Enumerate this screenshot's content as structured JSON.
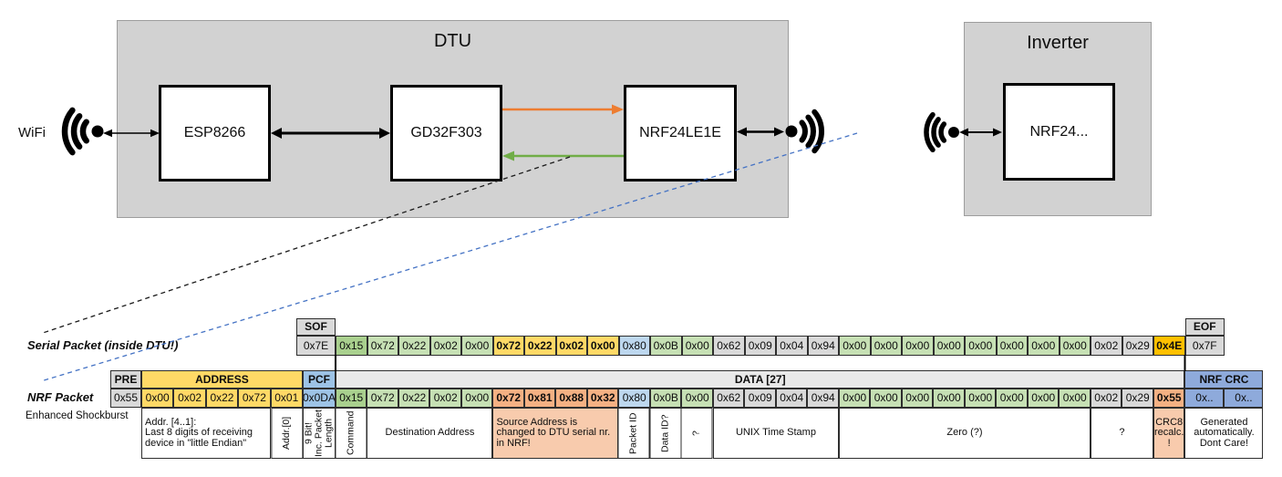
{
  "diagram": {
    "wifi_label": "WiFi",
    "dtu": {
      "title": "DTU",
      "components": [
        "ESP8266",
        "GD32F303",
        "NRF24LE1E"
      ]
    },
    "inverter": {
      "title": "Inverter",
      "component": "NRF24..."
    },
    "colors": {
      "orange_arrow": "#ED7D31",
      "green_arrow": "#70AD47",
      "blue_dashed": "#4472C4",
      "black_dashed": "#1a1a1a",
      "panel_gray": "#d2d2d2"
    }
  },
  "legend_colors": {
    "gray_cell": "#D9D9D9",
    "green_dark": "#A9D08E",
    "green_light": "#C6E0B4",
    "yellow": "#FFD966",
    "amber": "#FFC000",
    "blue_light": "#BDD7EE",
    "blue_mid": "#9DC3E6",
    "blue_dark": "#8EAADB",
    "orange": "#F4B183",
    "orange_light": "#F8CBAD"
  },
  "serial_packet": {
    "label": "Serial Packet (inside DTU!)",
    "rows": [
      {
        "row": 1,
        "name": "serial-header-cell",
        "cells": [
          {
            "t": "SOF",
            "c": "c-gray hdr",
            "col": 1
          },
          {
            "t": "EOF",
            "c": "c-gray hdr",
            "col": 29
          }
        ]
      },
      {
        "row": 2,
        "name": "serial-byte-cell",
        "cells": [
          {
            "t": "0x7E",
            "c": "c-gray"
          },
          {
            "t": "0x15",
            "c": "c-gdark"
          },
          {
            "t": "0x72",
            "c": "c-glight"
          },
          {
            "t": "0x22",
            "c": "c-glight"
          },
          {
            "t": "0x02",
            "c": "c-glight"
          },
          {
            "t": "0x00",
            "c": "c-glight"
          },
          {
            "t": "0x72",
            "c": "c-yellow bold"
          },
          {
            "t": "0x22",
            "c": "c-yellow bold"
          },
          {
            "t": "0x02",
            "c": "c-yellow bold"
          },
          {
            "t": "0x00",
            "c": "c-yellow bold"
          },
          {
            "t": "0x80",
            "c": "c-lblue"
          },
          {
            "t": "0x0B",
            "c": "c-glight"
          },
          {
            "t": "0x00",
            "c": "c-glight"
          },
          {
            "t": "0x62",
            "c": "c-gray"
          },
          {
            "t": "0x09",
            "c": "c-gray"
          },
          {
            "t": "0x04",
            "c": "c-gray"
          },
          {
            "t": "0x94",
            "c": "c-gray"
          },
          {
            "t": "0x00",
            "c": "c-glight"
          },
          {
            "t": "0x00",
            "c": "c-glight"
          },
          {
            "t": "0x00",
            "c": "c-glight"
          },
          {
            "t": "0x00",
            "c": "c-glight"
          },
          {
            "t": "0x00",
            "c": "c-glight"
          },
          {
            "t": "0x00",
            "c": "c-glight"
          },
          {
            "t": "0x00",
            "c": "c-glight"
          },
          {
            "t": "0x00",
            "c": "c-glight"
          },
          {
            "t": "0x02",
            "c": "c-gray"
          },
          {
            "t": "0x29",
            "c": "c-gray"
          },
          {
            "t": "0x4E",
            "c": "c-amber bold"
          },
          {
            "t": "0x7F",
            "c": "c-gray"
          }
        ]
      }
    ]
  },
  "nrf_packet": {
    "label": "NRF Packet",
    "sublabel": "Enhanced Shockburst",
    "rows": [
      {
        "row": 1,
        "name": "nrf-header-cell",
        "cells": [
          {
            "t": "PRE",
            "c": "c-gray hdr",
            "col": 1
          },
          {
            "t": "ADDRESS",
            "c": "c-yellow hdr",
            "col": 2,
            "span": 5
          },
          {
            "t": "PCF",
            "c": "c-mblue hdr",
            "col": 7
          },
          {
            "t": "DATA [27]",
            "c": "c-hlight hdr",
            "col": 8,
            "span": 27
          },
          {
            "t": "NRF CRC",
            "c": "c-dblue hdr",
            "col": 35,
            "span": 2
          }
        ]
      },
      {
        "row": 2,
        "name": "nrf-byte-cell",
        "cells": [
          {
            "t": "0x55",
            "c": "c-gray"
          },
          {
            "t": "0x00",
            "c": "c-yellow"
          },
          {
            "t": "0x02",
            "c": "c-yellow"
          },
          {
            "t": "0x22",
            "c": "c-yellow"
          },
          {
            "t": "0x72",
            "c": "c-yellow"
          },
          {
            "t": "0x01",
            "c": "c-yellow"
          },
          {
            "t": "0x0DA",
            "c": "c-mblue"
          },
          {
            "t": "0x15",
            "c": "c-gdark"
          },
          {
            "t": "0x72",
            "c": "c-glight"
          },
          {
            "t": "0x22",
            "c": "c-glight"
          },
          {
            "t": "0x02",
            "c": "c-glight"
          },
          {
            "t": "0x00",
            "c": "c-glight"
          },
          {
            "t": "0x72",
            "c": "c-orange bold"
          },
          {
            "t": "0x81",
            "c": "c-orange bold"
          },
          {
            "t": "0x88",
            "c": "c-orange bold"
          },
          {
            "t": "0x32",
            "c": "c-orange bold"
          },
          {
            "t": "0x80",
            "c": "c-lblue"
          },
          {
            "t": "0x0B",
            "c": "c-glight"
          },
          {
            "t": "0x00",
            "c": "c-glight"
          },
          {
            "t": "0x62",
            "c": "c-gray"
          },
          {
            "t": "0x09",
            "c": "c-gray"
          },
          {
            "t": "0x04",
            "c": "c-gray"
          },
          {
            "t": "0x94",
            "c": "c-gray"
          },
          {
            "t": "0x00",
            "c": "c-glight"
          },
          {
            "t": "0x00",
            "c": "c-glight"
          },
          {
            "t": "0x00",
            "c": "c-glight"
          },
          {
            "t": "0x00",
            "c": "c-glight"
          },
          {
            "t": "0x00",
            "c": "c-glight"
          },
          {
            "t": "0x00",
            "c": "c-glight"
          },
          {
            "t": "0x00",
            "c": "c-glight"
          },
          {
            "t": "0x00",
            "c": "c-glight"
          },
          {
            "t": "0x02",
            "c": "c-gray"
          },
          {
            "t": "0x29",
            "c": "c-gray"
          },
          {
            "t": "0x55",
            "c": "c-orange bold"
          },
          {
            "t": "0x..",
            "c": "c-dblue"
          },
          {
            "t": "0x..",
            "c": "c-dblue"
          }
        ]
      },
      {
        "row": 3,
        "name": "nrf-annotation-cell",
        "cells": [
          {
            "t": "Addr. [4..1]:\nLast 8 digits of receiving device in \"little Endian\"",
            "c": "note left",
            "col": 2,
            "span": 4
          },
          {
            "t": "Addr.[0]",
            "c": "vert",
            "col": 6
          },
          {
            "t": "9 Bit!\nInc. Packet\nLength",
            "c": "vert",
            "col": 7
          },
          {
            "t": "Command",
            "c": "vert",
            "col": 8
          },
          {
            "t": "Destination Address",
            "c": "note",
            "col": 9,
            "span": 4
          },
          {
            "t": "Source Address is changed to DTU serial nr. in NRF!",
            "c": "note left c-lorange",
            "col": 13,
            "span": 4
          },
          {
            "t": "Packet ID",
            "c": "vert",
            "col": 17
          },
          {
            "t": "Data ID?",
            "c": "vert",
            "col": 18
          },
          {
            "t": "?",
            "c": "vert",
            "col": 19
          },
          {
            "t": "UNIX Time Stamp",
            "c": "note",
            "col": 20,
            "span": 4
          },
          {
            "t": "Zero (?)",
            "c": "note",
            "col": 24,
            "span": 8
          },
          {
            "t": "?",
            "c": "note",
            "col": 32,
            "span": 2
          },
          {
            "t": "CRC8\nrecalc.\n!",
            "c": "note c-lorange",
            "col": 34
          },
          {
            "t": "Generated\nautomatically.\nDont Care!",
            "c": "note",
            "col": 35,
            "span": 2
          }
        ]
      }
    ]
  }
}
